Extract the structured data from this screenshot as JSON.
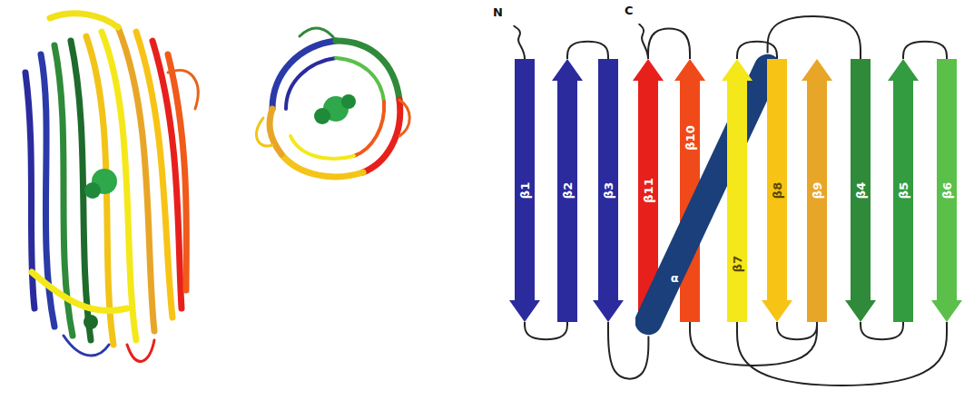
{
  "diagram": {
    "nodes": [
      {
        "text": [
          "β1"
        ]
      },
      {
        "text": [
          "β2"
        ]
      },
      {
        "text": [
          "β3"
        ]
      },
      {
        "text": [
          "β11"
        ]
      },
      {
        "text": [
          "β10"
        ]
      },
      {
        "text": [
          "α"
        ]
      },
      {
        "text": [
          "β7"
        ]
      },
      {
        "text": [
          "β8"
        ]
      },
      {
        "text": [
          "β9"
        ]
      },
      {
        "text": [
          "β4"
        ]
      },
      {
        "text": [
          "β5"
        ]
      },
      {
        "text": [
          "β6"
        ]
      }
    ],
    "edges": [
      {
        "from": 0,
        "to": 1,
        "arrow": "none"
      },
      {
        "from": 1,
        "to": 2,
        "arrow": "none"
      },
      {
        "from": 2,
        "to": 5,
        "arrow": "none"
      },
      {
        "from": 5,
        "to": 9,
        "arrow": "none"
      },
      {
        "from": 9,
        "to": 10,
        "arrow": "none"
      },
      {
        "from": 10,
        "to": 11,
        "arrow": "none"
      },
      {
        "from": 11,
        "to": 6,
        "arrow": "none"
      },
      {
        "from": 6,
        "to": 7,
        "arrow": "none"
      },
      {
        "from": 7,
        "to": 8,
        "arrow": "none"
      },
      {
        "from": 8,
        "to": 4,
        "arrow": "none"
      },
      {
        "from": 4,
        "to": 3,
        "arrow": "none"
      }
    ],
    "labels": [
      "N",
      "C"
    ]
  }
}
